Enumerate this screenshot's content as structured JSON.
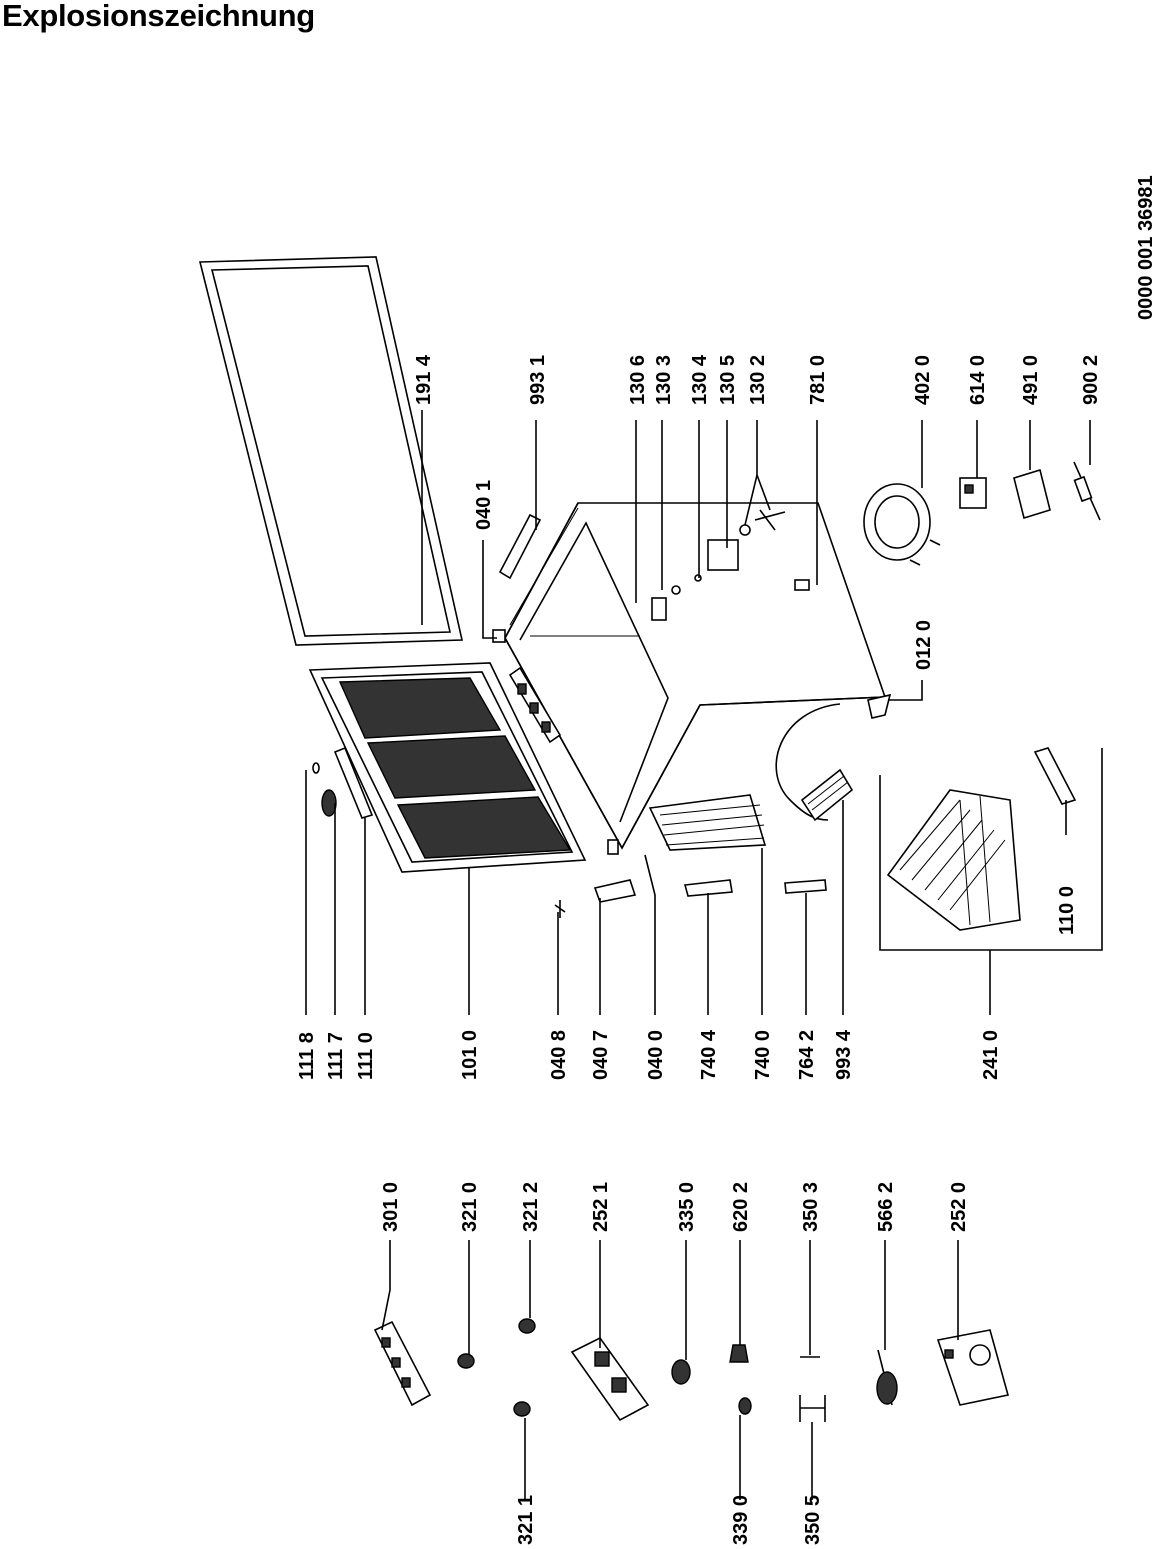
{
  "title": "Explosionszeichnung",
  "doc_number": "0000 001 36981",
  "colors": {
    "ink": "#000000",
    "paper": "#ffffff"
  },
  "labels": {
    "p1914": "191 4",
    "p9931": "993 1",
    "p1306": "130 6",
    "p1303": "130 3",
    "p1304": "130 4",
    "p1305": "130 5",
    "p1302": "130 2",
    "p7810": "781 0",
    "p4020": "402 0",
    "p6140": "614 0",
    "p4910": "491 0",
    "p9002": "900 2",
    "p0401": "040 1",
    "p0120": "012 0",
    "p1100": "110 0",
    "p2410": "241 0",
    "p1118": "111 8",
    "p1117": "111 7",
    "p1110": "111 0",
    "p1010": "101 0",
    "p0408": "040 8",
    "p0407": "040 7",
    "p0400": "040 0",
    "p7404": "740 4",
    "p7400": "740 0",
    "p7642": "764 2",
    "p9934": "993 4",
    "p3010": "301 0",
    "p3210": "321 0",
    "p3212": "321 2",
    "p2521": "252 1",
    "p3350": "335 0",
    "p6202": "620 2",
    "p3503": "350 3",
    "p5662": "566 2",
    "p2520": "252 0",
    "p3211": "321 1",
    "p3390": "339 0",
    "p3505": "350 5"
  }
}
